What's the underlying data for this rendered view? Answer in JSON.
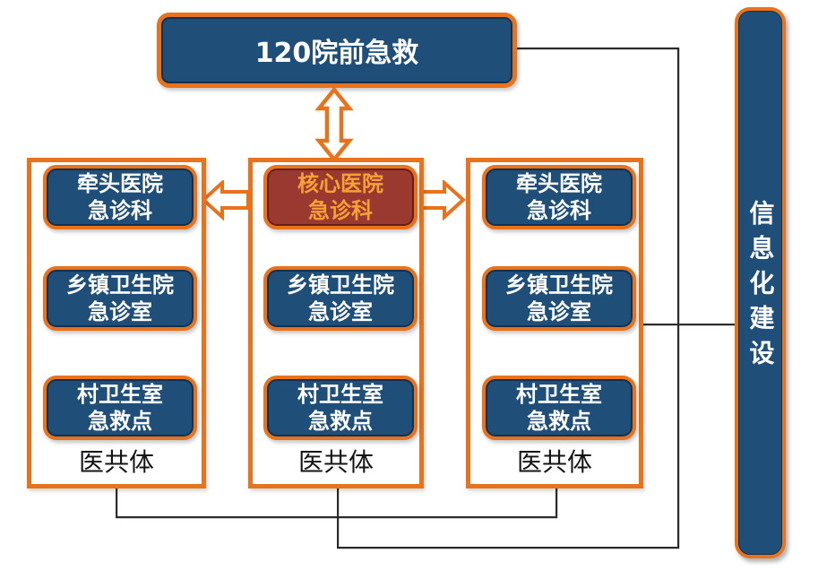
{
  "diagram": {
    "top_box": {
      "label": "120院前急救"
    },
    "columns": [
      {
        "boxes": [
          {
            "label": "牵头医院\n急诊科",
            "style": "blue"
          },
          {
            "label": "乡镇卫生院\n急诊室",
            "style": "blue"
          },
          {
            "label": "村卫生室\n急救点",
            "style": "blue"
          }
        ],
        "footer": "医共体"
      },
      {
        "boxes": [
          {
            "label": "核心医院\n急诊科",
            "style": "red"
          },
          {
            "label": "乡镇卫生院\n急诊室",
            "style": "blue"
          },
          {
            "label": "村卫生室\n急救点",
            "style": "blue"
          }
        ],
        "footer": "医共体"
      },
      {
        "boxes": [
          {
            "label": "牵头医院\n急诊科",
            "style": "blue"
          },
          {
            "label": "乡镇卫生院\n急诊室",
            "style": "blue"
          },
          {
            "label": "村卫生室\n急救点",
            "style": "blue"
          }
        ],
        "footer": "医共体"
      }
    ],
    "sidebar": {
      "label": "信息化建设"
    },
    "colors": {
      "node_blue": "#1F4E79",
      "border_orange": "#E8731C",
      "node_red": "#9A392F",
      "red_node_text": "#F7A037",
      "connector_line": "#2B2B2B",
      "background": "#FFFFFF"
    }
  }
}
